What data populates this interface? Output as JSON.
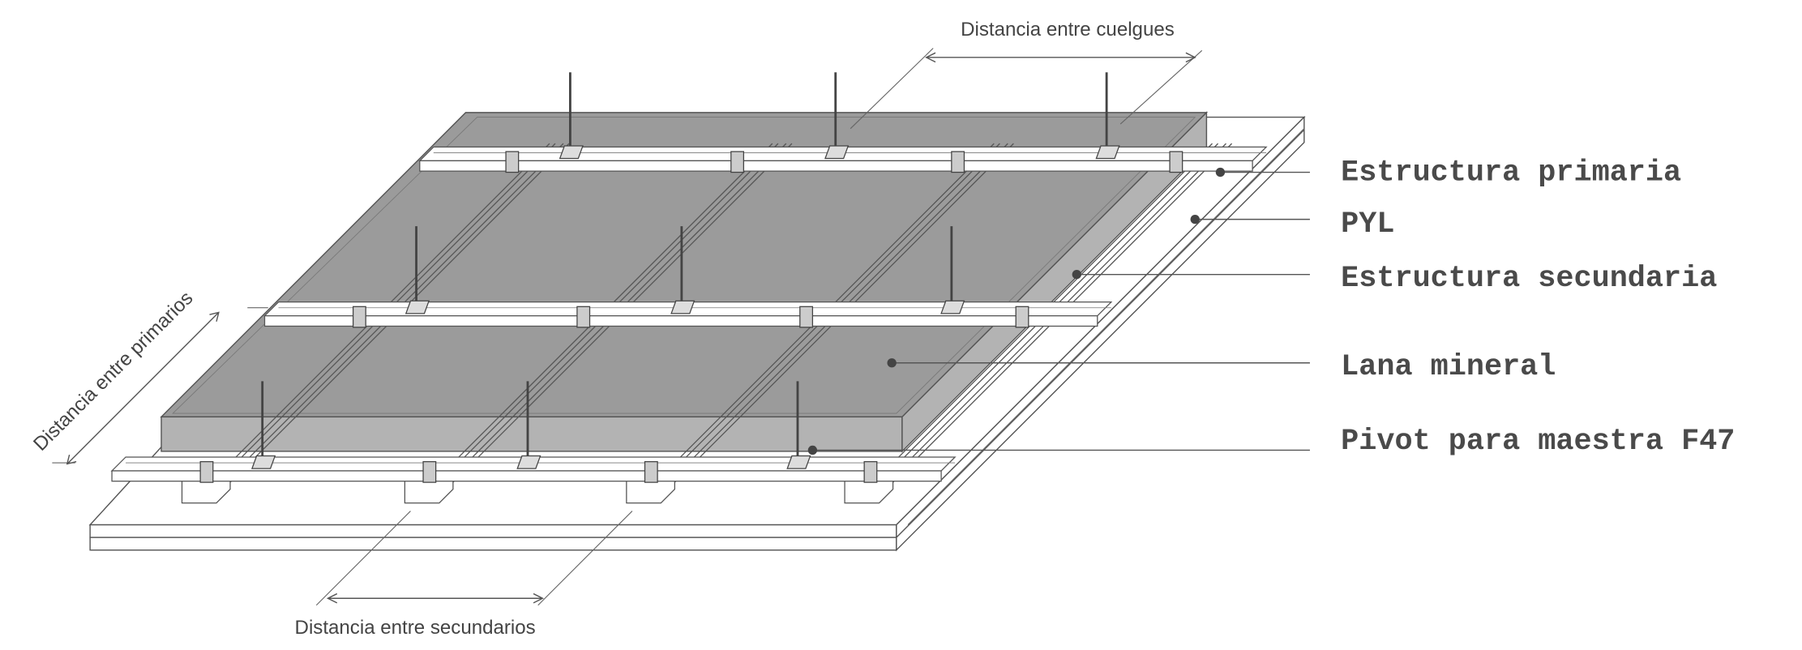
{
  "title": "Techo suspendido - esquema de estructura",
  "labels": {
    "primary": "Estructura primaria",
    "pyl": "PYL",
    "secondary": "Estructura secundaria",
    "wool": "Lana mineral",
    "pivot": "Pivot para maestra F47"
  },
  "dimensions": {
    "hangers": "Distancia entre cuelgues",
    "secondaries": "Distancia entre secundarios",
    "primaries": "Distancia entre primarios"
  },
  "colors": {
    "wool_top": "#9b9b9b",
    "wool_front": "#b3b3b3",
    "board": "#ffffff",
    "lines": "#555555",
    "text": "#4a4a4a"
  }
}
